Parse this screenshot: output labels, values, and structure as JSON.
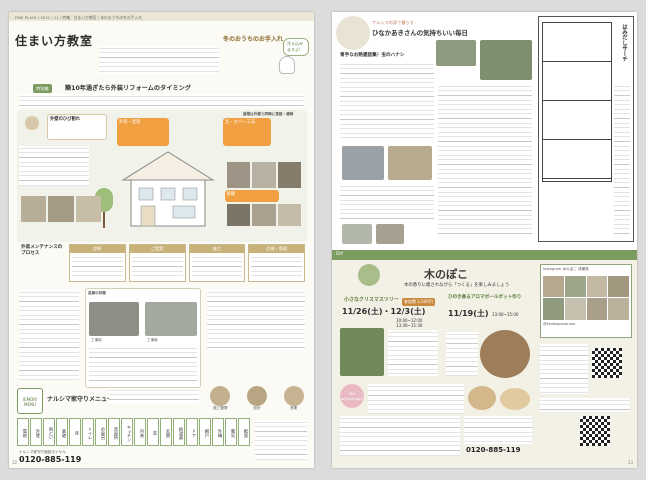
{
  "left": {
    "header": "FINE PLACE / 2022 / 11 / 特集：住まい方教室 / 本のおうちの冬の手入れ",
    "title": "住まい方教室",
    "winter_title": "冬のおうちのお手入れ",
    "winter_bubble": "冷え込みますよ!",
    "section_chip": "特別編",
    "section_title": "築10年過ぎたら外装リフォームのタイミング",
    "illust_labels": {
      "roof": "屋根は外壁と同時に塗装・補修",
      "paint": "外装・塗装",
      "gutter": "雨どい",
      "siding": "外壁のひび割れ",
      "joints": "外壁のつなぎ目",
      "tile": "瓦・カバー工法",
      "base": "基礎"
    },
    "process_title": "外装メンテナンスのプロセス",
    "process_steps": [
      "診断",
      "ご提案",
      "施工",
      "点検・管理"
    ],
    "photos_label": "各部の状態",
    "before_after": [
      "工事前",
      "工事後"
    ],
    "menu_title": "ナルシマ家守りメニュー",
    "menu_items": [
      "屋根",
      "外壁",
      "雨どい",
      "基礎",
      "床",
      "トイレ",
      "お風呂",
      "洗面所",
      "キッチン",
      "内装",
      "窓",
      "玄関",
      "給湯器",
      "ドア",
      "網戸",
      "外構",
      "電気",
      "配管"
    ],
    "staff": [
      "施工管理",
      "設計",
      "営業"
    ],
    "badge": "IEMORI MENU",
    "phone_label": "ナルシマ家守り相談ダイヤル",
    "phone": "0120-885-119",
    "page_num": "32"
  },
  "right": {
    "top_title": "ひなかあきさんの気持ちいい毎日",
    "top_kicker": "ナルシマの家で暮らす",
    "article_title": "青手なお熱建話集！虫のハナシ",
    "side_title": "はみだしサーチ",
    "diy_title": "木のぽこ",
    "diy_kicker": "DIY",
    "diy_sub": "木の香りに癒されながら「つくる」を楽しみましょう",
    "event1_title": "小さなクリスマスツリー",
    "event1_date": "11/26(土)・12/3(土)",
    "event1_time": "10:00~12:00  13:30~15:30",
    "event1_price": "参加費 2,500円",
    "event2_title": "ひのき香るアロマボールポット作り",
    "event2_date": "11/19(土)",
    "event2_time": "13:00~15:00",
    "anniversary": "5th anniversary",
    "phone": "0120-885-119",
    "instagram": "Instagram 木のぽこ 成瀬島",
    "handle": "@kinokoponaruse",
    "page_num": "33"
  }
}
